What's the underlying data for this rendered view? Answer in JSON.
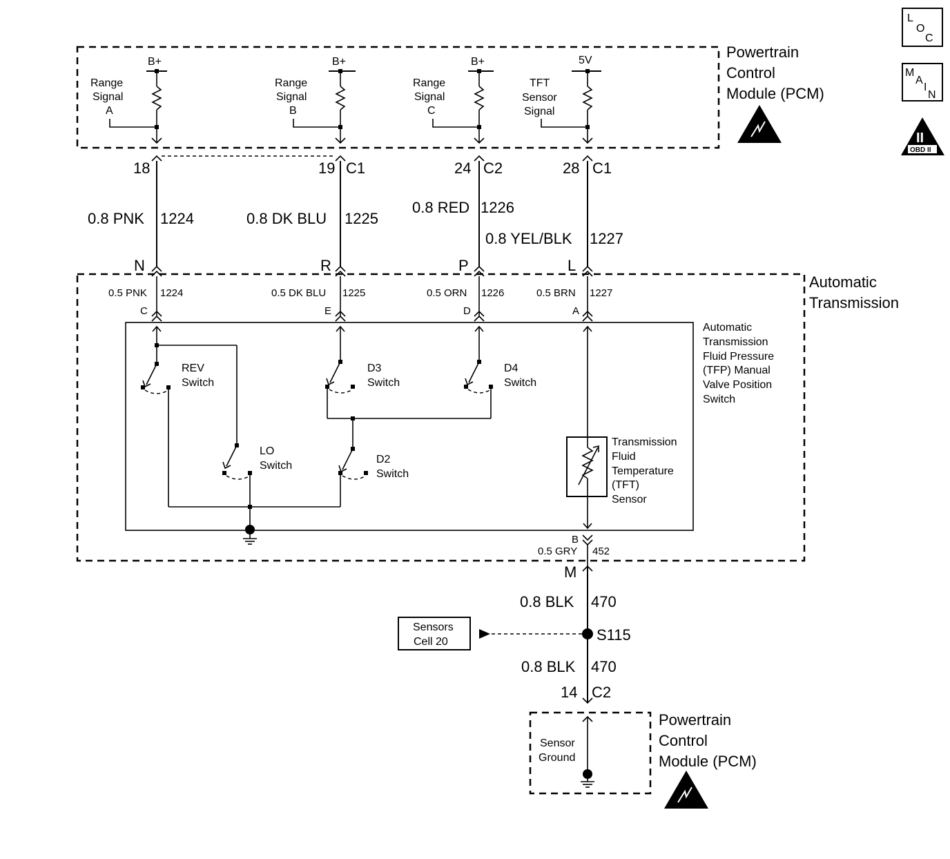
{
  "icons": {
    "loc": [
      "L",
      "O",
      "C"
    ],
    "main": [
      "M",
      "A",
      "I",
      "N"
    ],
    "obd": {
      "numeral": "II",
      "label": "OBD II"
    }
  },
  "pcm_top": {
    "title": [
      "Powertrain",
      "Control",
      "Module (PCM)"
    ],
    "circuits": [
      {
        "signal": [
          "Range",
          "Signal",
          "A"
        ],
        "supply": "B+",
        "pin": "18",
        "connector": ""
      },
      {
        "signal": [
          "Range",
          "Signal",
          "B"
        ],
        "supply": "B+",
        "pin": "19",
        "connector": "C1"
      },
      {
        "signal": [
          "Range",
          "Signal",
          "C"
        ],
        "supply": "B+",
        "pin": "24",
        "connector": "C2"
      },
      {
        "signal": [
          "TFT",
          "Sensor",
          "Signal"
        ],
        "supply": "5V",
        "pin": "28",
        "connector": "C1"
      }
    ]
  },
  "harness_wires": [
    {
      "color": "0.8 PNK",
      "circuit": "1224"
    },
    {
      "color": "0.8 DK BLU",
      "circuit": "1225"
    },
    {
      "color": "0.8 RED",
      "circuit": "1226"
    },
    {
      "color": "0.8 YEL/BLK",
      "circuit": "1227"
    }
  ],
  "transmission": {
    "title": [
      "Automatic",
      "Transmission"
    ],
    "connector_pins": [
      "N",
      "R",
      "P",
      "L"
    ],
    "internal_wires": [
      {
        "color": "0.5 PNK",
        "circuit": "1224",
        "pin": "C"
      },
      {
        "color": "0.5 DK BLU",
        "circuit": "1225",
        "pin": "E"
      },
      {
        "color": "0.5 ORN",
        "circuit": "1226",
        "pin": "D"
      },
      {
        "color": "0.5 BRN",
        "circuit": "1227",
        "pin": "A"
      }
    ],
    "tfp_switch": [
      "Automatic",
      "Transmission",
      "Fluid Pressure",
      "(TFP) Manual",
      "Valve Position",
      "Switch"
    ],
    "switches": {
      "rev": [
        "REV",
        "Switch"
      ],
      "d3": [
        "D3",
        "Switch"
      ],
      "d4": [
        "D4",
        "Switch"
      ],
      "lo": [
        "LO",
        "Switch"
      ],
      "d2": [
        "D2",
        "Switch"
      ]
    },
    "tft_sensor": [
      "Transmission",
      "Fluid",
      "Temperature",
      "(TFT)",
      "Sensor"
    ],
    "ground_pin": "B",
    "ground_wire": {
      "color": "0.5 GRY",
      "circuit": "452"
    },
    "ground_connector_pin": "M"
  },
  "ground_path": {
    "wire_upper": {
      "color": "0.8 BLK",
      "circuit": "470"
    },
    "splice": "S115",
    "reference": [
      "Sensors",
      "Cell 20"
    ],
    "wire_lower": {
      "color": "0.8 BLK",
      "circuit": "470"
    },
    "pin": "14",
    "connector": "C2"
  },
  "pcm_bottom": {
    "title": [
      "Powertrain",
      "Control",
      "Module (PCM)"
    ],
    "ground_label": [
      "Sensor",
      "Ground"
    ]
  }
}
